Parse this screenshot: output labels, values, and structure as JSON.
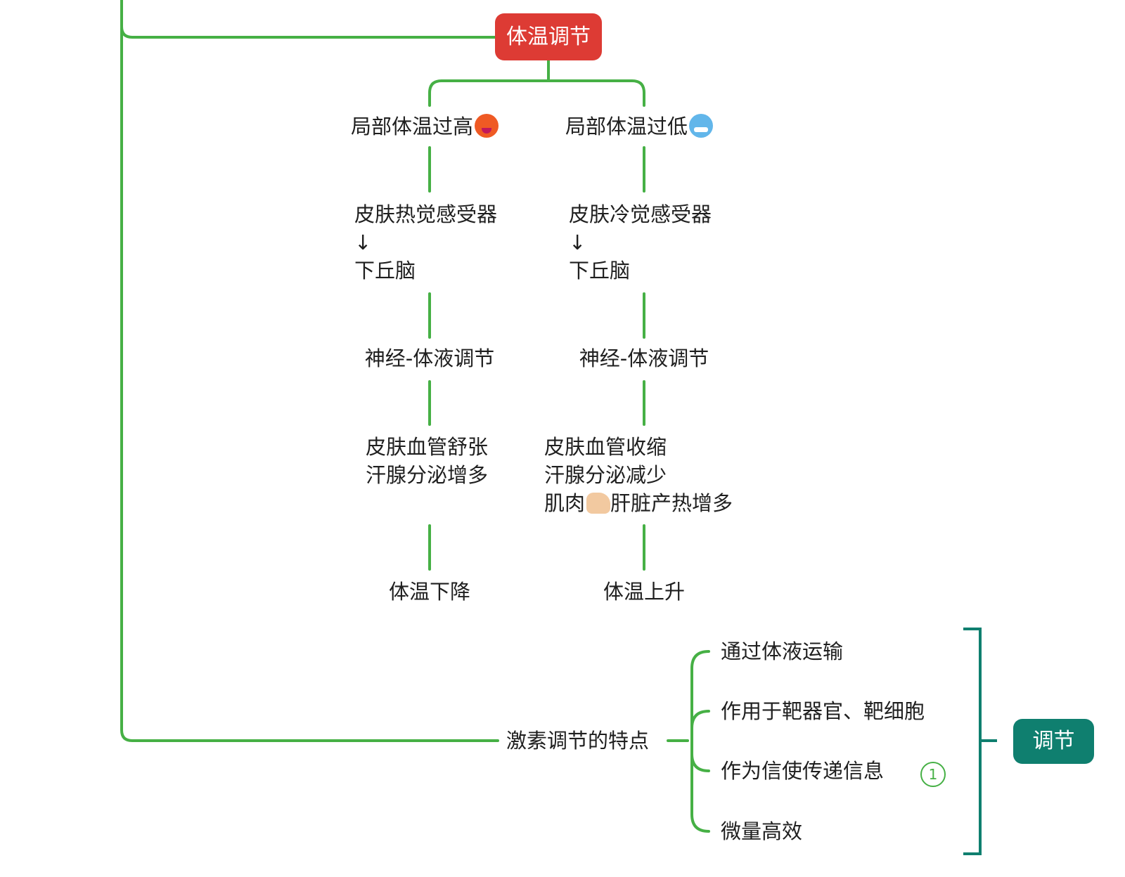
{
  "root": {
    "label": "体温调节"
  },
  "branches": [
    {
      "title": "局部体温过高",
      "title_icon": "hot-face-icon",
      "sensor": [
        "皮肤热觉感受器",
        "↓",
        "下丘脑"
      ],
      "regulation": "神经-体液调节",
      "effects": [
        "皮肤血管舒张",
        "汗腺分泌增多"
      ],
      "result": "体温下降"
    },
    {
      "title": "局部体温过低",
      "title_icon": "cold-face-icon",
      "sensor": [
        "皮肤冷觉感受器",
        "↓",
        "下丘脑"
      ],
      "regulation": "神经-体液调节",
      "effects": [
        "皮肤血管收缩",
        "汗腺分泌减少",
        "肌肉",
        "肝脏产热增多"
      ],
      "effects_icon": "flexed-biceps-icon",
      "result": "体温上升"
    }
  ],
  "hormone": {
    "title": "激素调节的特点",
    "items": [
      "通过体液运输",
      "作用于靶器官、靶细胞",
      "作为信使传递信息",
      "微量高效"
    ],
    "badge": "1"
  },
  "summary": {
    "label": "调节"
  },
  "colors": {
    "line": "#46b045",
    "root": "#dd3b34",
    "summary": "#0f7f6f",
    "bracket": "#0f7f6f"
  }
}
